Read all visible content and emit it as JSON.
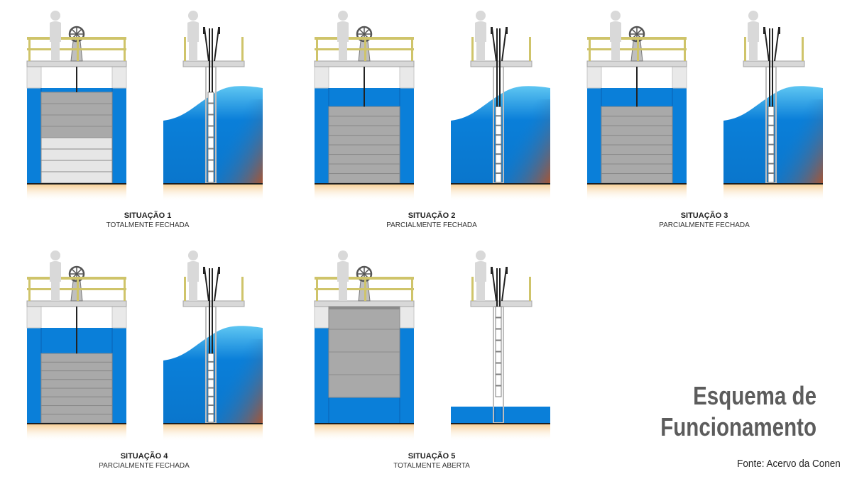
{
  "title_lines": [
    "Esquema de",
    "Funcionamento"
  ],
  "source": "Fonte: Acervo da Conen",
  "situations": [
    {
      "title": "SITUAÇÃO 1",
      "subtitle": "TOTALMENTE FECHADA",
      "opening": 0.0
    },
    {
      "title": "SITUAÇÃO 2",
      "subtitle": "PARCIALMENTE FECHADA",
      "opening": 0.35
    },
    {
      "title": "SITUAÇÃO 3",
      "subtitle": "PARCIALMENTE FECHADA",
      "opening": 0.35
    },
    {
      "title": "SITUAÇÃO 4",
      "subtitle": "PARCIALMENTE FECHADA",
      "opening": 0.52
    },
    {
      "title": "SITUAÇÃO 5",
      "subtitle": "TOTALMENTE ABERTA",
      "opening": 1.0
    }
  ],
  "colors": {
    "water": "#0a7fd9",
    "gate": "#a9a9a9",
    "gate_light": "#e6e6e6",
    "railing": "#cfc46a",
    "ground": "#f5c784",
    "person": "#d9d9d9",
    "sediment": "#a0522d",
    "concrete": "#e9e9e9"
  }
}
